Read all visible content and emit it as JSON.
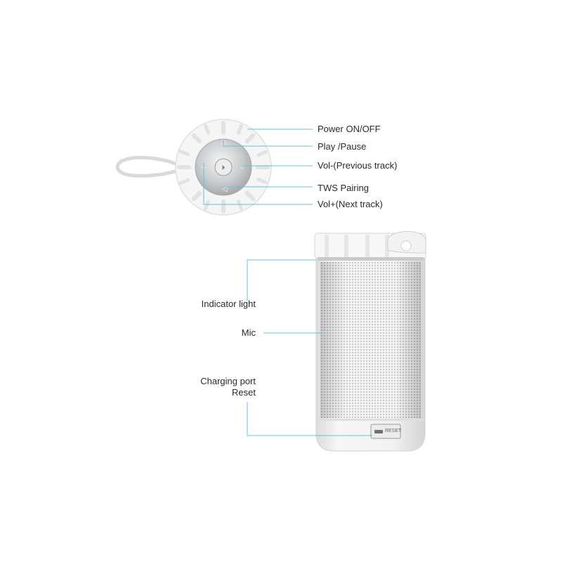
{
  "top_labels": {
    "power": "Power ON/OFF",
    "play": "Play /Pause",
    "vol_minus": "Vol-(Previous track)",
    "tws": "TWS Pairing",
    "vol_plus": "Vol+(Next track)"
  },
  "side_labels": {
    "indicator": "Indicator light",
    "mic": "Mic",
    "charging": "Charging port",
    "reset": "Reset"
  },
  "port_text": "RESET",
  "colors": {
    "callout": "#5fc4d8",
    "body": "#eeeeee",
    "grille": "#bdbdbd",
    "metal": "#cfd2d4"
  }
}
